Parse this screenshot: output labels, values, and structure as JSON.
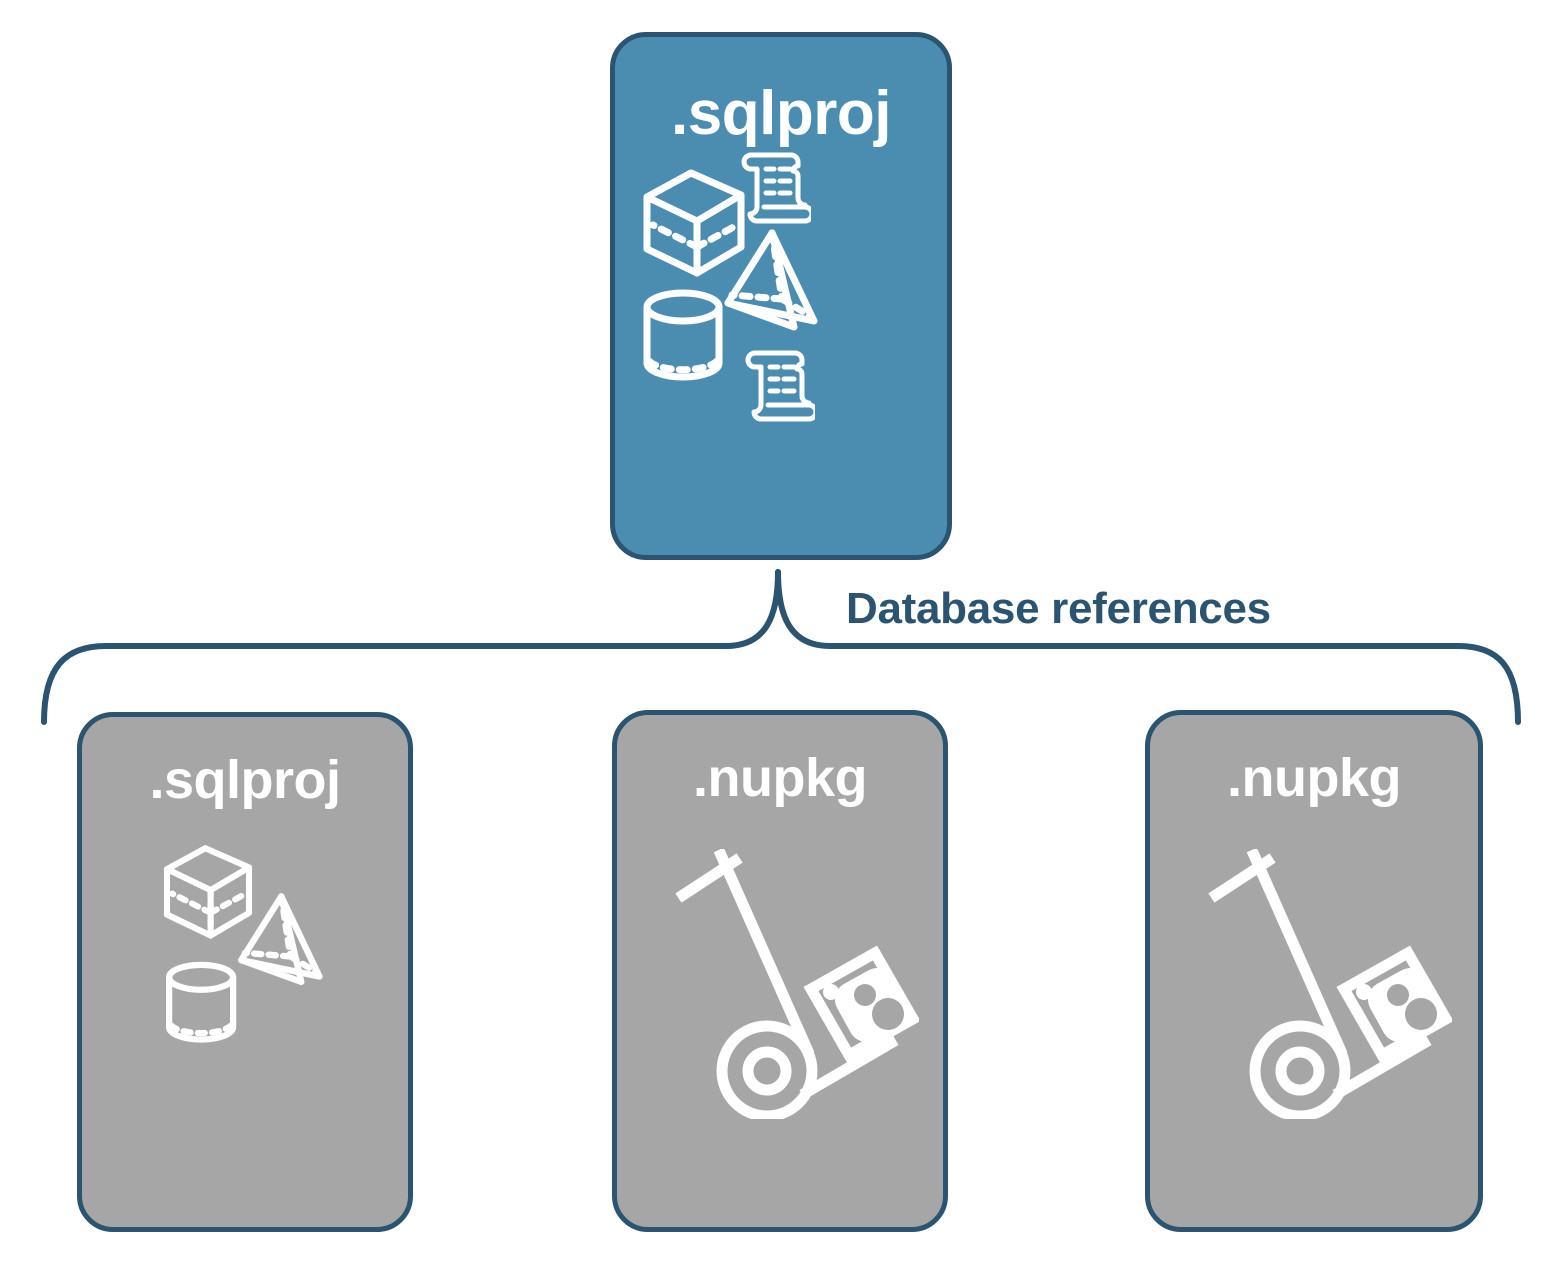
{
  "diagram": {
    "title_hidden": "",
    "connector_label": "Database references",
    "colors": {
      "primary_fill": "#4a8db0",
      "secondary_fill": "#a6a6a6",
      "outline": "#2b5470",
      "label_text": "#2b5470",
      "icon_stroke": "#ffffff",
      "background": "#ffffff"
    }
  },
  "root_node": {
    "label": ".sqlproj",
    "kind": "sqlproj",
    "icons": [
      "cube-icon",
      "pyramid-icon",
      "cylinder-icon",
      "scroll-icon",
      "scroll-icon"
    ]
  },
  "reference_nodes": [
    {
      "label": ".sqlproj",
      "kind": "sqlproj",
      "icons": [
        "cube-icon",
        "pyramid-icon",
        "cylinder-icon"
      ]
    },
    {
      "label": ".nupkg",
      "kind": "nupkg",
      "icons": [
        "hand-truck-package-icon"
      ]
    },
    {
      "label": ".nupkg",
      "kind": "nupkg",
      "icons": [
        "hand-truck-package-icon"
      ]
    }
  ]
}
